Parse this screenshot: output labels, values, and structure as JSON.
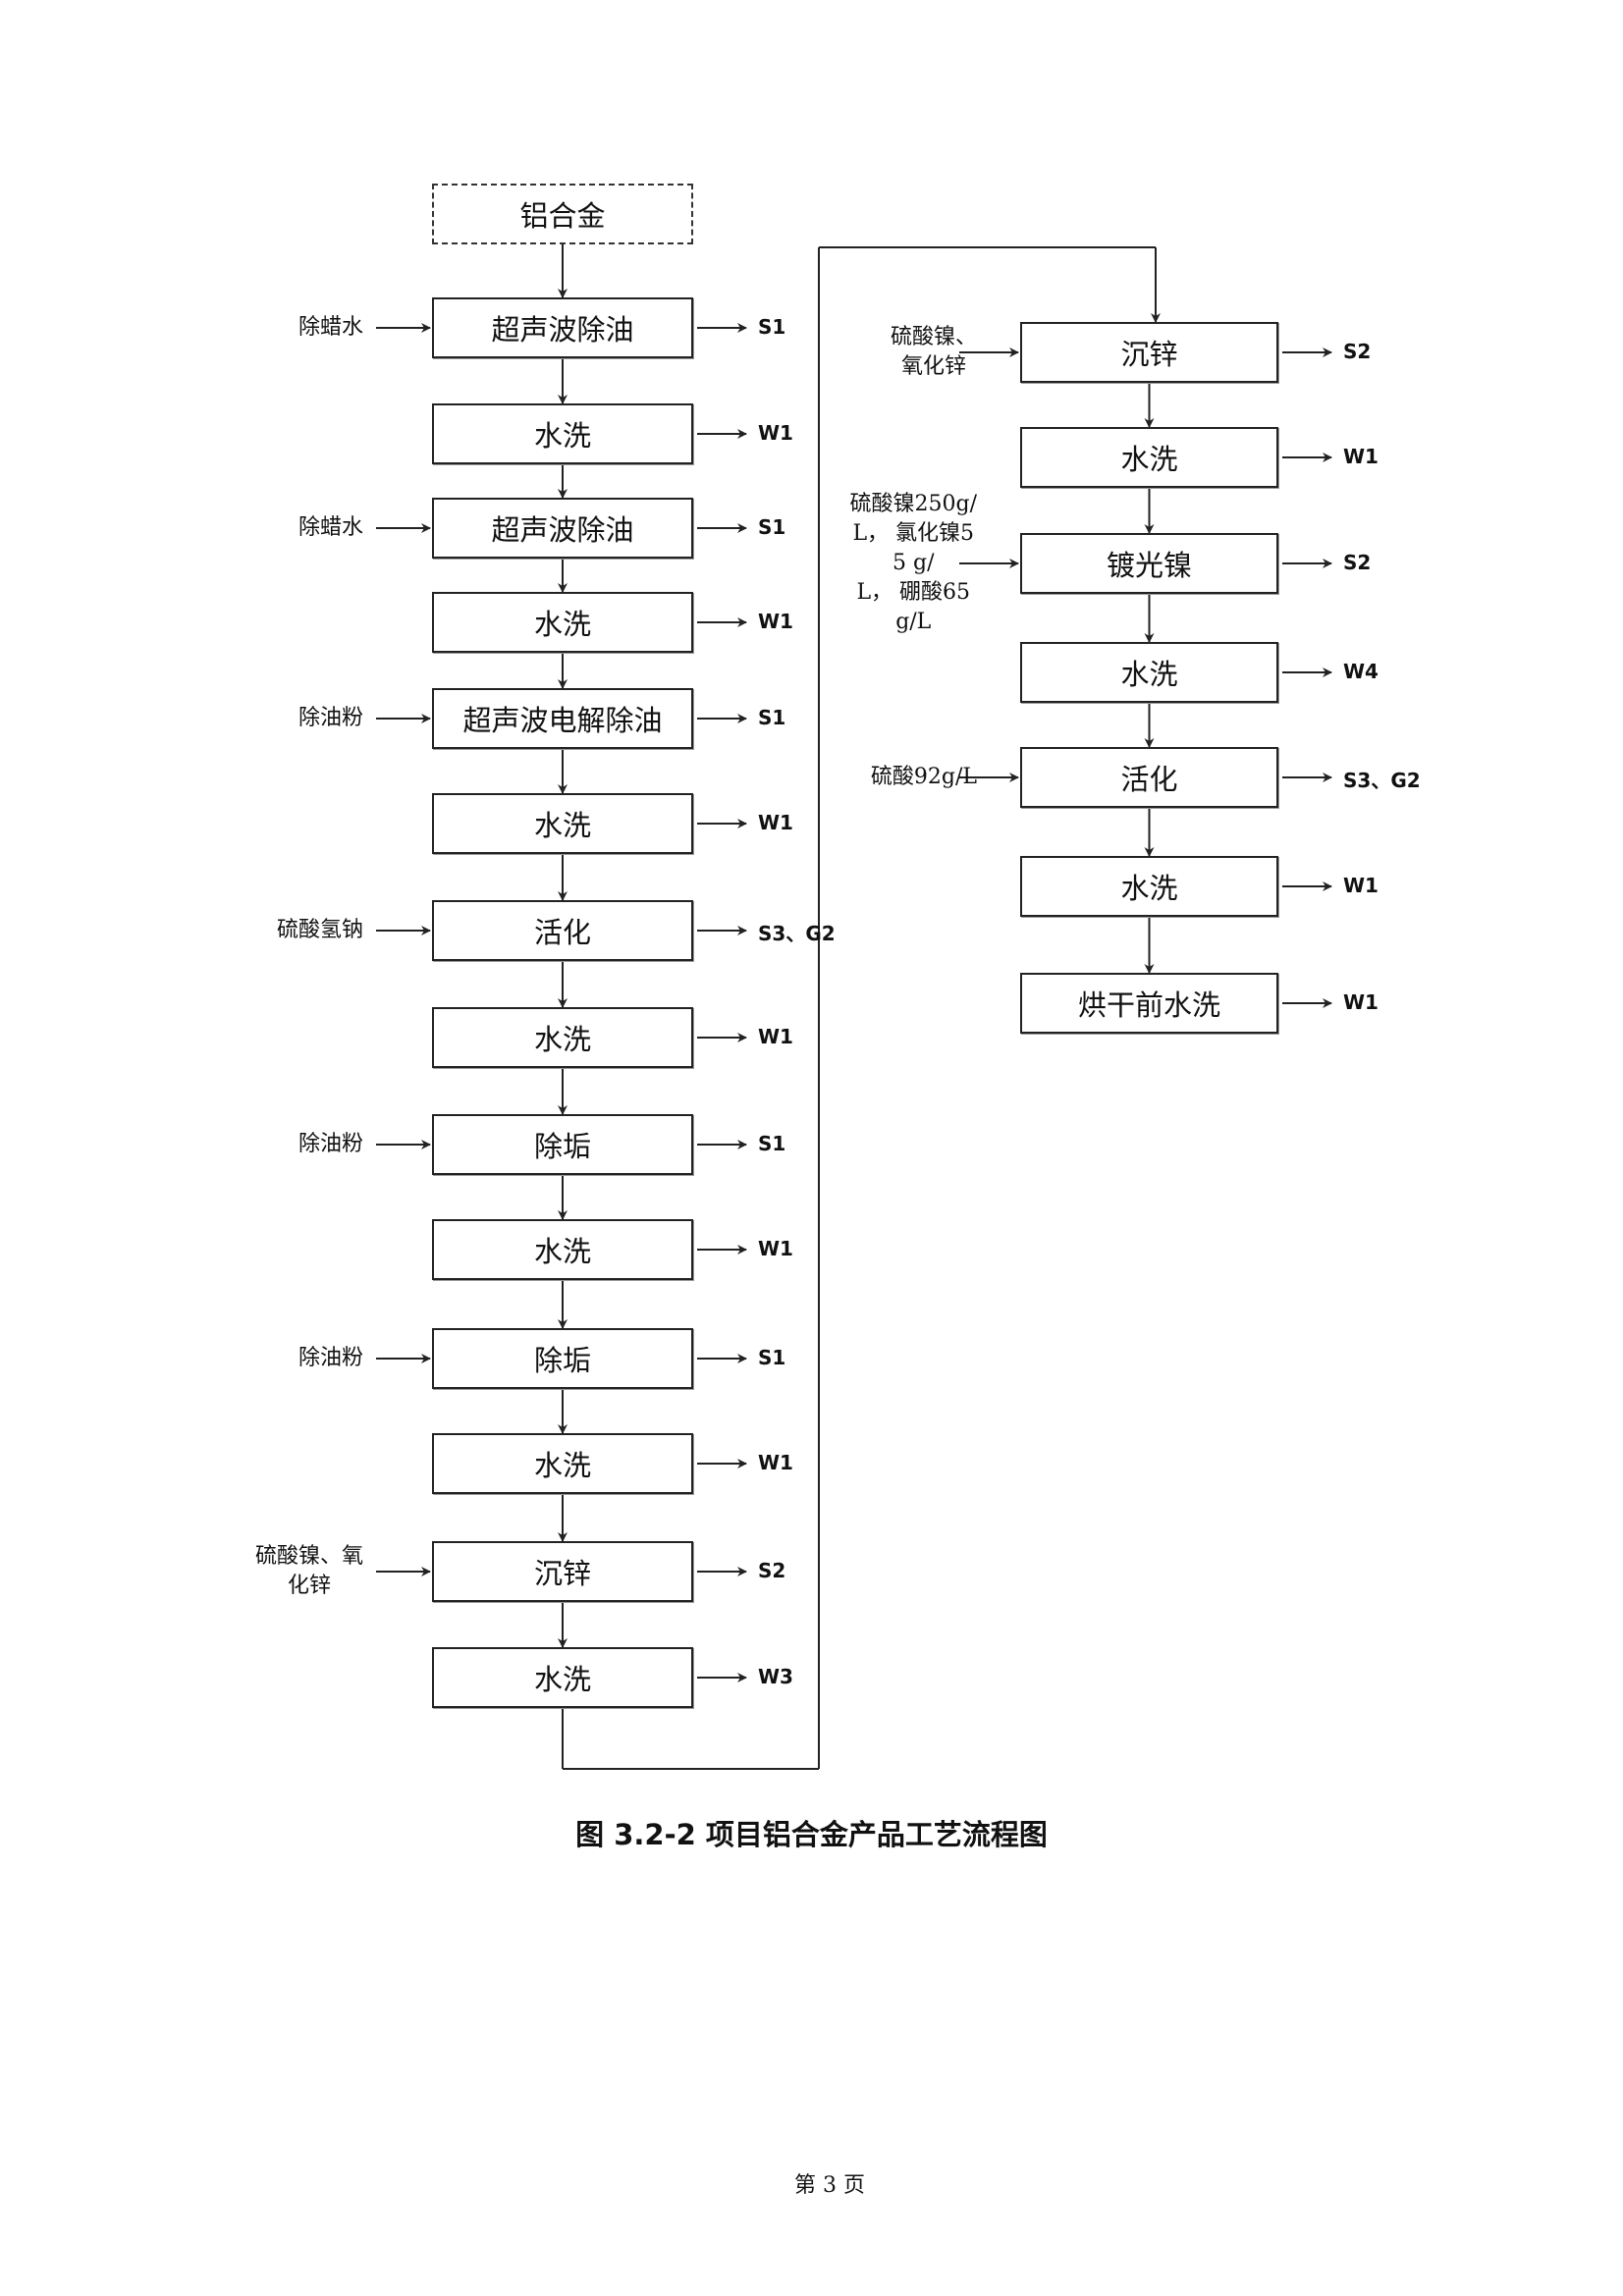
{
  "left_steps": [
    {
      "label": "铝合金",
      "input": "",
      "output": ""
    },
    {
      "label": "超声波除油",
      "input": "除蜡水",
      "output": "S1"
    },
    {
      "label": "水洗",
      "input": "",
      "output": "W1"
    },
    {
      "label": "超声波除油",
      "input": "除蜡水",
      "output": "S1"
    },
    {
      "label": "水洗",
      "input": "",
      "output": "W1"
    },
    {
      "label": "超声波电解除油",
      "input": "除油粉",
      "output": "S1"
    },
    {
      "label": "水洗",
      "input": "",
      "output": "W1"
    },
    {
      "label": "活化",
      "input": "硫酸氢钠",
      "output": "S3、G2"
    },
    {
      "label": "水洗",
      "input": "",
      "output": "W1"
    },
    {
      "label": "除垢",
      "input": "除油粉",
      "output": "S1"
    },
    {
      "label": "水洗",
      "input": "",
      "output": "W1"
    },
    {
      "label": "除垢",
      "input": "除油粉",
      "output": "S1"
    },
    {
      "label": "水洗",
      "input": "",
      "output": "W1"
    },
    {
      "label": "沉锌",
      "input": "硫酸镍、氧\n化锌",
      "output": "S2"
    },
    {
      "label": "水洗",
      "input": "",
      "output": "W3"
    }
  ],
  "right_steps": [
    {
      "label": "沉锌",
      "input": "硫酸镍、\n氧化锌",
      "output": "S2"
    },
    {
      "label": "水洗",
      "input": "",
      "output": "W1"
    },
    {
      "label": "镀光镍",
      "input": "硫酸镍250g/\nL， 氯化镍5\n5 g/\nL， 硼酸65\ng/L",
      "output": "S2"
    },
    {
      "label": "水洗",
      "input": "",
      "output": "W4"
    },
    {
      "label": "活化",
      "input": "硫酸92g/L",
      "output": "S3、G2"
    },
    {
      "label": "水洗",
      "input": "",
      "output": "W1"
    },
    {
      "label": "烘干前水洗",
      "input": "",
      "output": "W1"
    }
  ],
  "caption": "图 3.2-2  项目铝合金产品工艺流程图",
  "page_number": "第 3 页"
}
